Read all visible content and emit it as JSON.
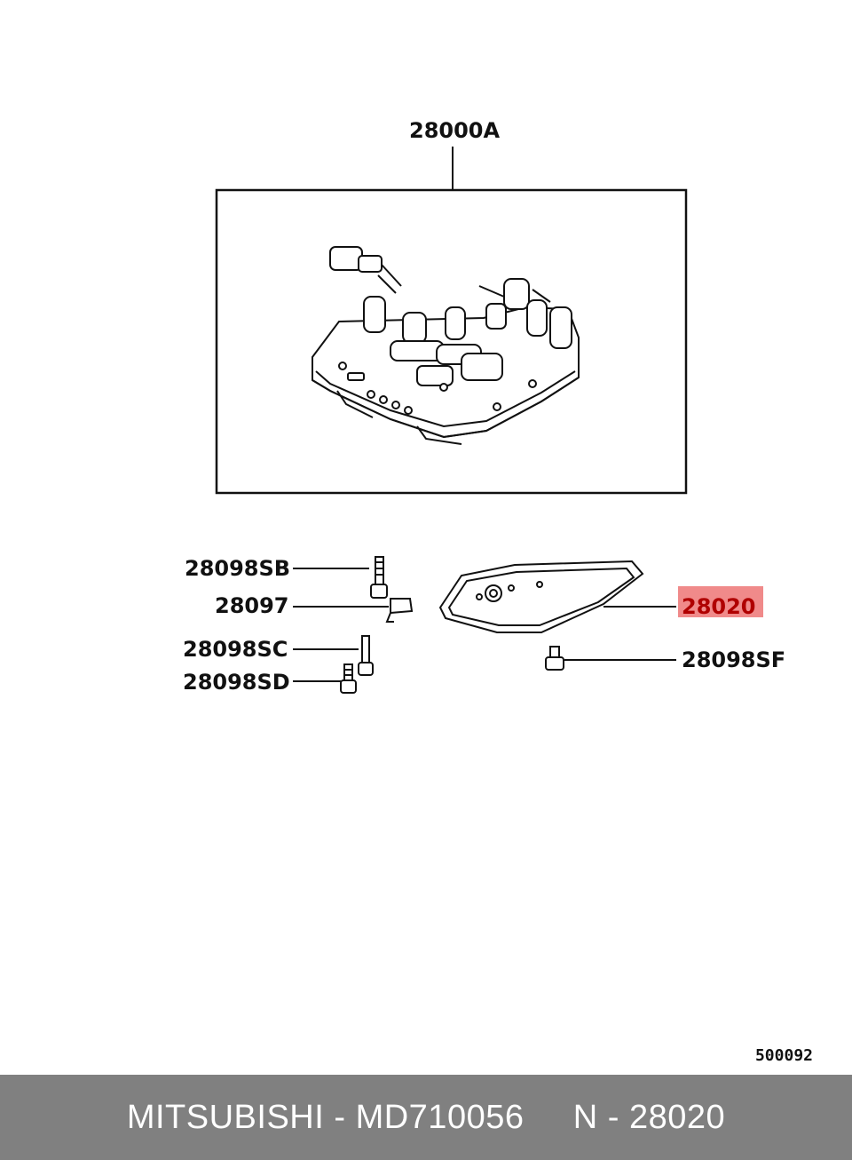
{
  "labels": {
    "assembly": "28000A",
    "bolt_sb": "28098SB",
    "bracket": "28097",
    "bolt_sc": "28098SC",
    "bolt_sd": "28098SD",
    "filter": "28020",
    "bolt_sf": "28098SF"
  },
  "diagram_ref": "500092",
  "footer": {
    "brand": "MITSUBISHI",
    "part_number": "MD710056",
    "position": "N - 28020",
    "separator": " - "
  },
  "colors": {
    "highlight": "#f08a8a",
    "footer_bg": "#808080",
    "line": "#111111"
  }
}
